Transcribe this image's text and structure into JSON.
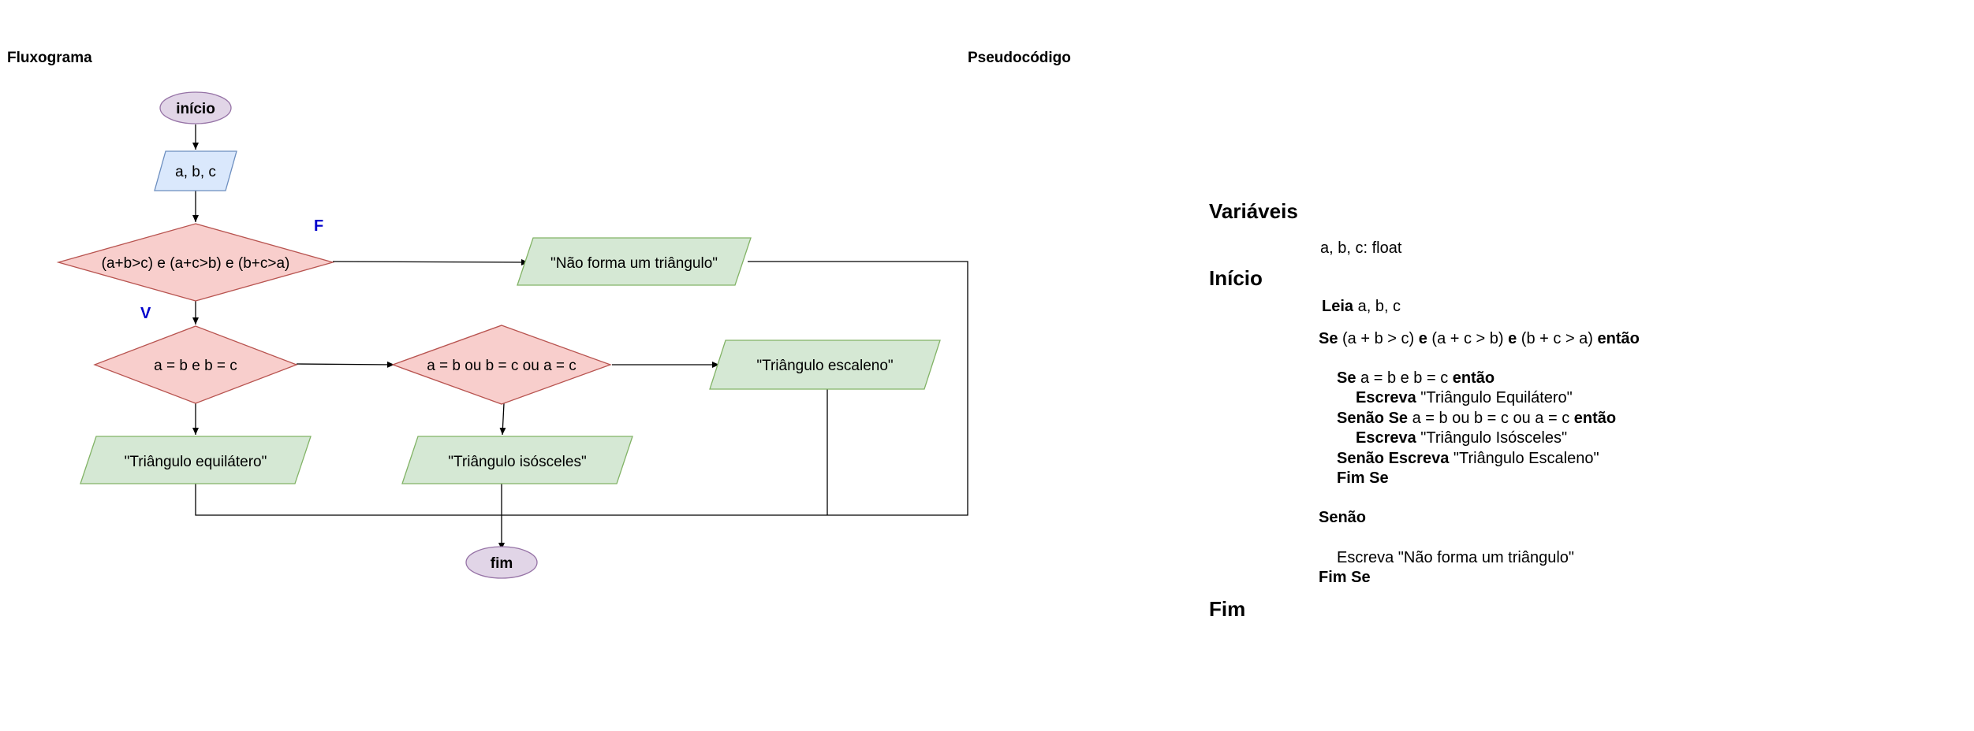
{
  "sections": {
    "flowchart_title": "Fluxograma",
    "pseudocode_title": "Pseudocódigo"
  },
  "colors": {
    "terminal_fill": "#e1d5e7",
    "terminal_stroke": "#9673a6",
    "input_fill": "#dae8fc",
    "input_stroke": "#6c8ebf",
    "decision_fill": "#f8cecc",
    "decision_stroke": "#b85450",
    "output_fill": "#d5e8d4",
    "output_stroke": "#82b366",
    "label_blue": "#0000cc"
  },
  "flowchart": {
    "start": "início",
    "input": "a, b, c",
    "decision_triangle": "(a+b>c) e (a+c>b) e (b+c>a)",
    "label_false": "F",
    "label_true": "V",
    "not_triangle": "\"Não forma um triângulo\"",
    "decision_equilateral": "a = b e b = c",
    "decision_isosceles": "a = b ou b = c ou a = c",
    "out_scalene": "\"Triângulo escaleno\"",
    "out_equilateral": "\"Triângulo equilátero\"",
    "out_isosceles": "\"Triângulo isósceles\"",
    "end": "fim"
  },
  "pseudocode": {
    "variables_header": "Variáveis",
    "variables_line": "a, b, c: float",
    "begin_header": "Início",
    "read_kw": "Leia",
    "read_args": " a, b, c",
    "if_kw": "Se",
    "if_cond_1": " (a + b > c) ",
    "and_kw_1": "e",
    "if_cond_2": " (a + c > b) ",
    "and_kw_2": "e",
    "if_cond_3": " (b + c > a) ",
    "then_kw": "então",
    "inner_if_kw": "Se",
    "inner_if_cond": " a = b e b = c ",
    "inner_then_kw": "então",
    "write_kw_1": "Escreva",
    "write_text_1": " \"Triângulo Equilátero\"",
    "elseif_kw": "Senão Se",
    "elseif_cond": " a = b ou b = c ou a = c ",
    "elseif_then_kw": "então",
    "write_kw_2": "Escreva",
    "write_text_2": " \"Triângulo Isósceles\"",
    "else_write_kw": "Senão Escreva",
    "else_write_text": " \"Triângulo Escaleno\"",
    "inner_endif": "Fim Se",
    "else_kw": "Senão",
    "else_write_line": "Escreva \"Não forma um triângulo\"",
    "endif": "Fim Se",
    "end_header": "Fim"
  }
}
